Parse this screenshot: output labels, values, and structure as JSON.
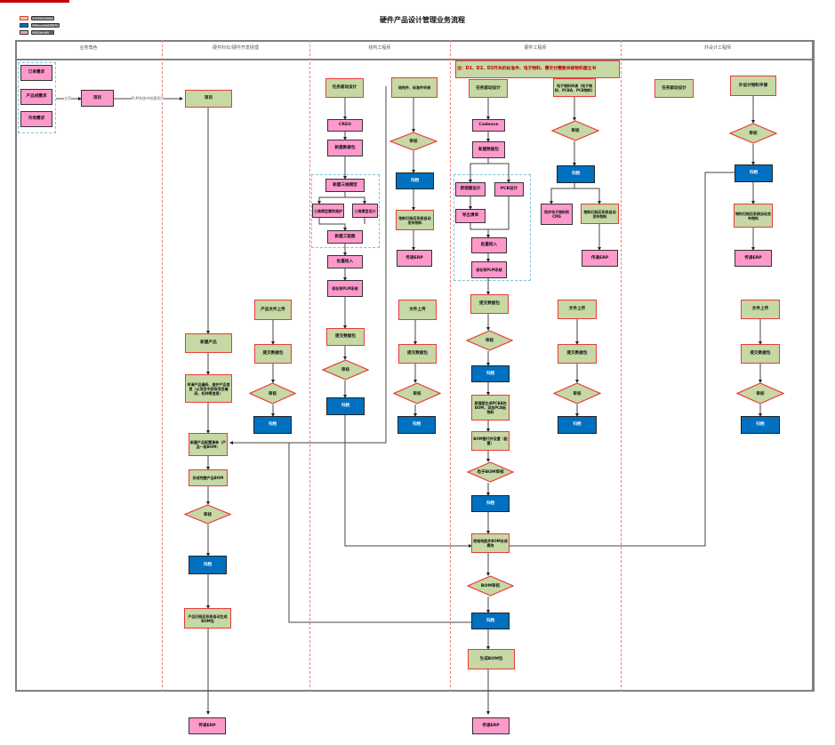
{
  "diagram": {
    "title": "硬件产品设计管理业务流程",
    "legend": [
      {
        "label": "业务活动/系统操作",
        "color": "#c6d8a4",
        "border": "#e83a3a"
      },
      {
        "label": "归档/PLM系统流程节点",
        "color": "#0070c0",
        "border": "#222222"
      },
      {
        "label": "外部系统/资料",
        "color": "#ff99cc",
        "border": "#333333"
      }
    ],
    "colors": {
      "task_fill": "#c6d8a4",
      "task_border": "#e83a3a",
      "system_fill": "#ff99cc",
      "archive_fill": "#0070c0",
      "lane_divider": "#f08080",
      "group_border": "#7ec5d4",
      "frame": "#7f7f7f"
    },
    "lanes": [
      {
        "id": "role",
        "title": "业务角色"
      },
      {
        "id": "pm",
        "title": "硬件科长/硬件开发经理"
      },
      {
        "id": "mech",
        "title": "结构工程师"
      },
      {
        "id": "hw",
        "title": "硬件工程师"
      },
      {
        "id": "other",
        "title": "外设计工程师"
      }
    ],
    "nodes": {
      "n_src1": "订单需求",
      "n_src2": "产品线需求",
      "n_src3": "市场需求",
      "n_proj_sys": "项目",
      "n_proj": "项目",
      "n_new_prod": "新建产品",
      "n_apply_code": "申请产品编码、维护产品信息（从项目中获取项目编码、机种等信息）",
      "n_new_bom": "新建产品配置清单（产品一级BOM）",
      "n_form_bom": "形成完整产品BOM",
      "n_pm_review": "审核",
      "n_pm_archive": "归档",
      "n_pm_auto": "产品归档后系统自动生成BOM包",
      "n_pm_erp": "传递ERP",
      "n_doc_upload": "产品文件上传",
      "n_doc_pack": "提交数据包",
      "n_doc_review": "审核",
      "n_doc_archive": "归档",
      "n_m_task": "任务驱动设计",
      "n_m_creo": "CREO",
      "n_m_pack": "新建数据包",
      "n_m_3d": "新建三维模型",
      "n_m_3d_attr": "三维模型属性维护",
      "n_m_3d_design": "三维模型设计",
      "n_m_2d": "新建工程图",
      "n_m_checkin": "批量检入",
      "n_m_sync": "保存到PLM系统",
      "n_m_submit": "提交数据包",
      "n_m_review": "审核",
      "n_m_archive": "归档",
      "n_m_part_apply": "结构件、标准件申请",
      "n_m_part_review": "审核",
      "n_m_part_archive": "归档",
      "n_m_part_auto": "物料归档后系统自动发布物料",
      "n_m_part_erp": "传递ERP",
      "n_m_doc_upload": "文件上传",
      "n_m_doc_pack": "提交数据包",
      "n_m_doc_review": "审核",
      "n_m_doc_archive": "归档",
      "n_h_note": "注：D1、D2、D3开关的标准件、电子物料、需交付需要关联物料建立书",
      "n_h_task": "任务驱动设计",
      "n_h_cadence": "Cadence",
      "n_h_pack": "新建数据包",
      "n_h_sch": "原理图设计",
      "n_h_pcb": "PCB设计",
      "n_h_bomlist": "导出清单",
      "n_h_checkin": "批量检入",
      "n_h_sync": "保存到PLM系统",
      "n_h_submit": "提交数据包",
      "n_h_review": "审核",
      "n_h_archive": "归档",
      "n_h_gen": "原理图生成PCBA的BOM，添加PCB板物料",
      "n_h_alt": "BOM替代件设置（配置）",
      "n_h_ebom_review": "电子BOM审核",
      "n_h_ebom_archive": "归档",
      "n_h_merge": "把结构配件BOM合成模块",
      "n_h_bom_review": "BOM审核",
      "n_h_bom_archive": "归档",
      "n_h_gen_pack": "生成BOM包",
      "n_h_erp": "传递ERP",
      "n_e_apply": "电子物料申请（电子物料、PCBA、PCB物料）",
      "n_e_review": "审核",
      "n_e_archive": "归档",
      "n_e_sync": "同步电子物料到CMS",
      "n_e_auto": "物料归档后系统自动发布物料",
      "n_e_erp": "传递ERP",
      "n_h_doc_upload": "文件上传",
      "n_h_doc_pack": "提交数据包",
      "n_h_doc_review": "审核",
      "n_h_doc_archive": "归档",
      "n_o_task": "任务驱动设计",
      "n_o_apply": "外设计物料申请",
      "n_o_review": "审核",
      "n_o_archive": "归档",
      "n_o_auto": "物料归档后系统自动发布物料",
      "n_o_erp": "传递ERP",
      "n_o_doc_upload": "文件上传",
      "n_o_doc_pack": "提交数据包",
      "n_o_doc_review": "审核",
      "n_o_doc_archive": "归档"
    },
    "edge_labels": {
      "e_src_proj": "立项",
      "e_proj_pm": "PLM系统中创建项目"
    }
  }
}
